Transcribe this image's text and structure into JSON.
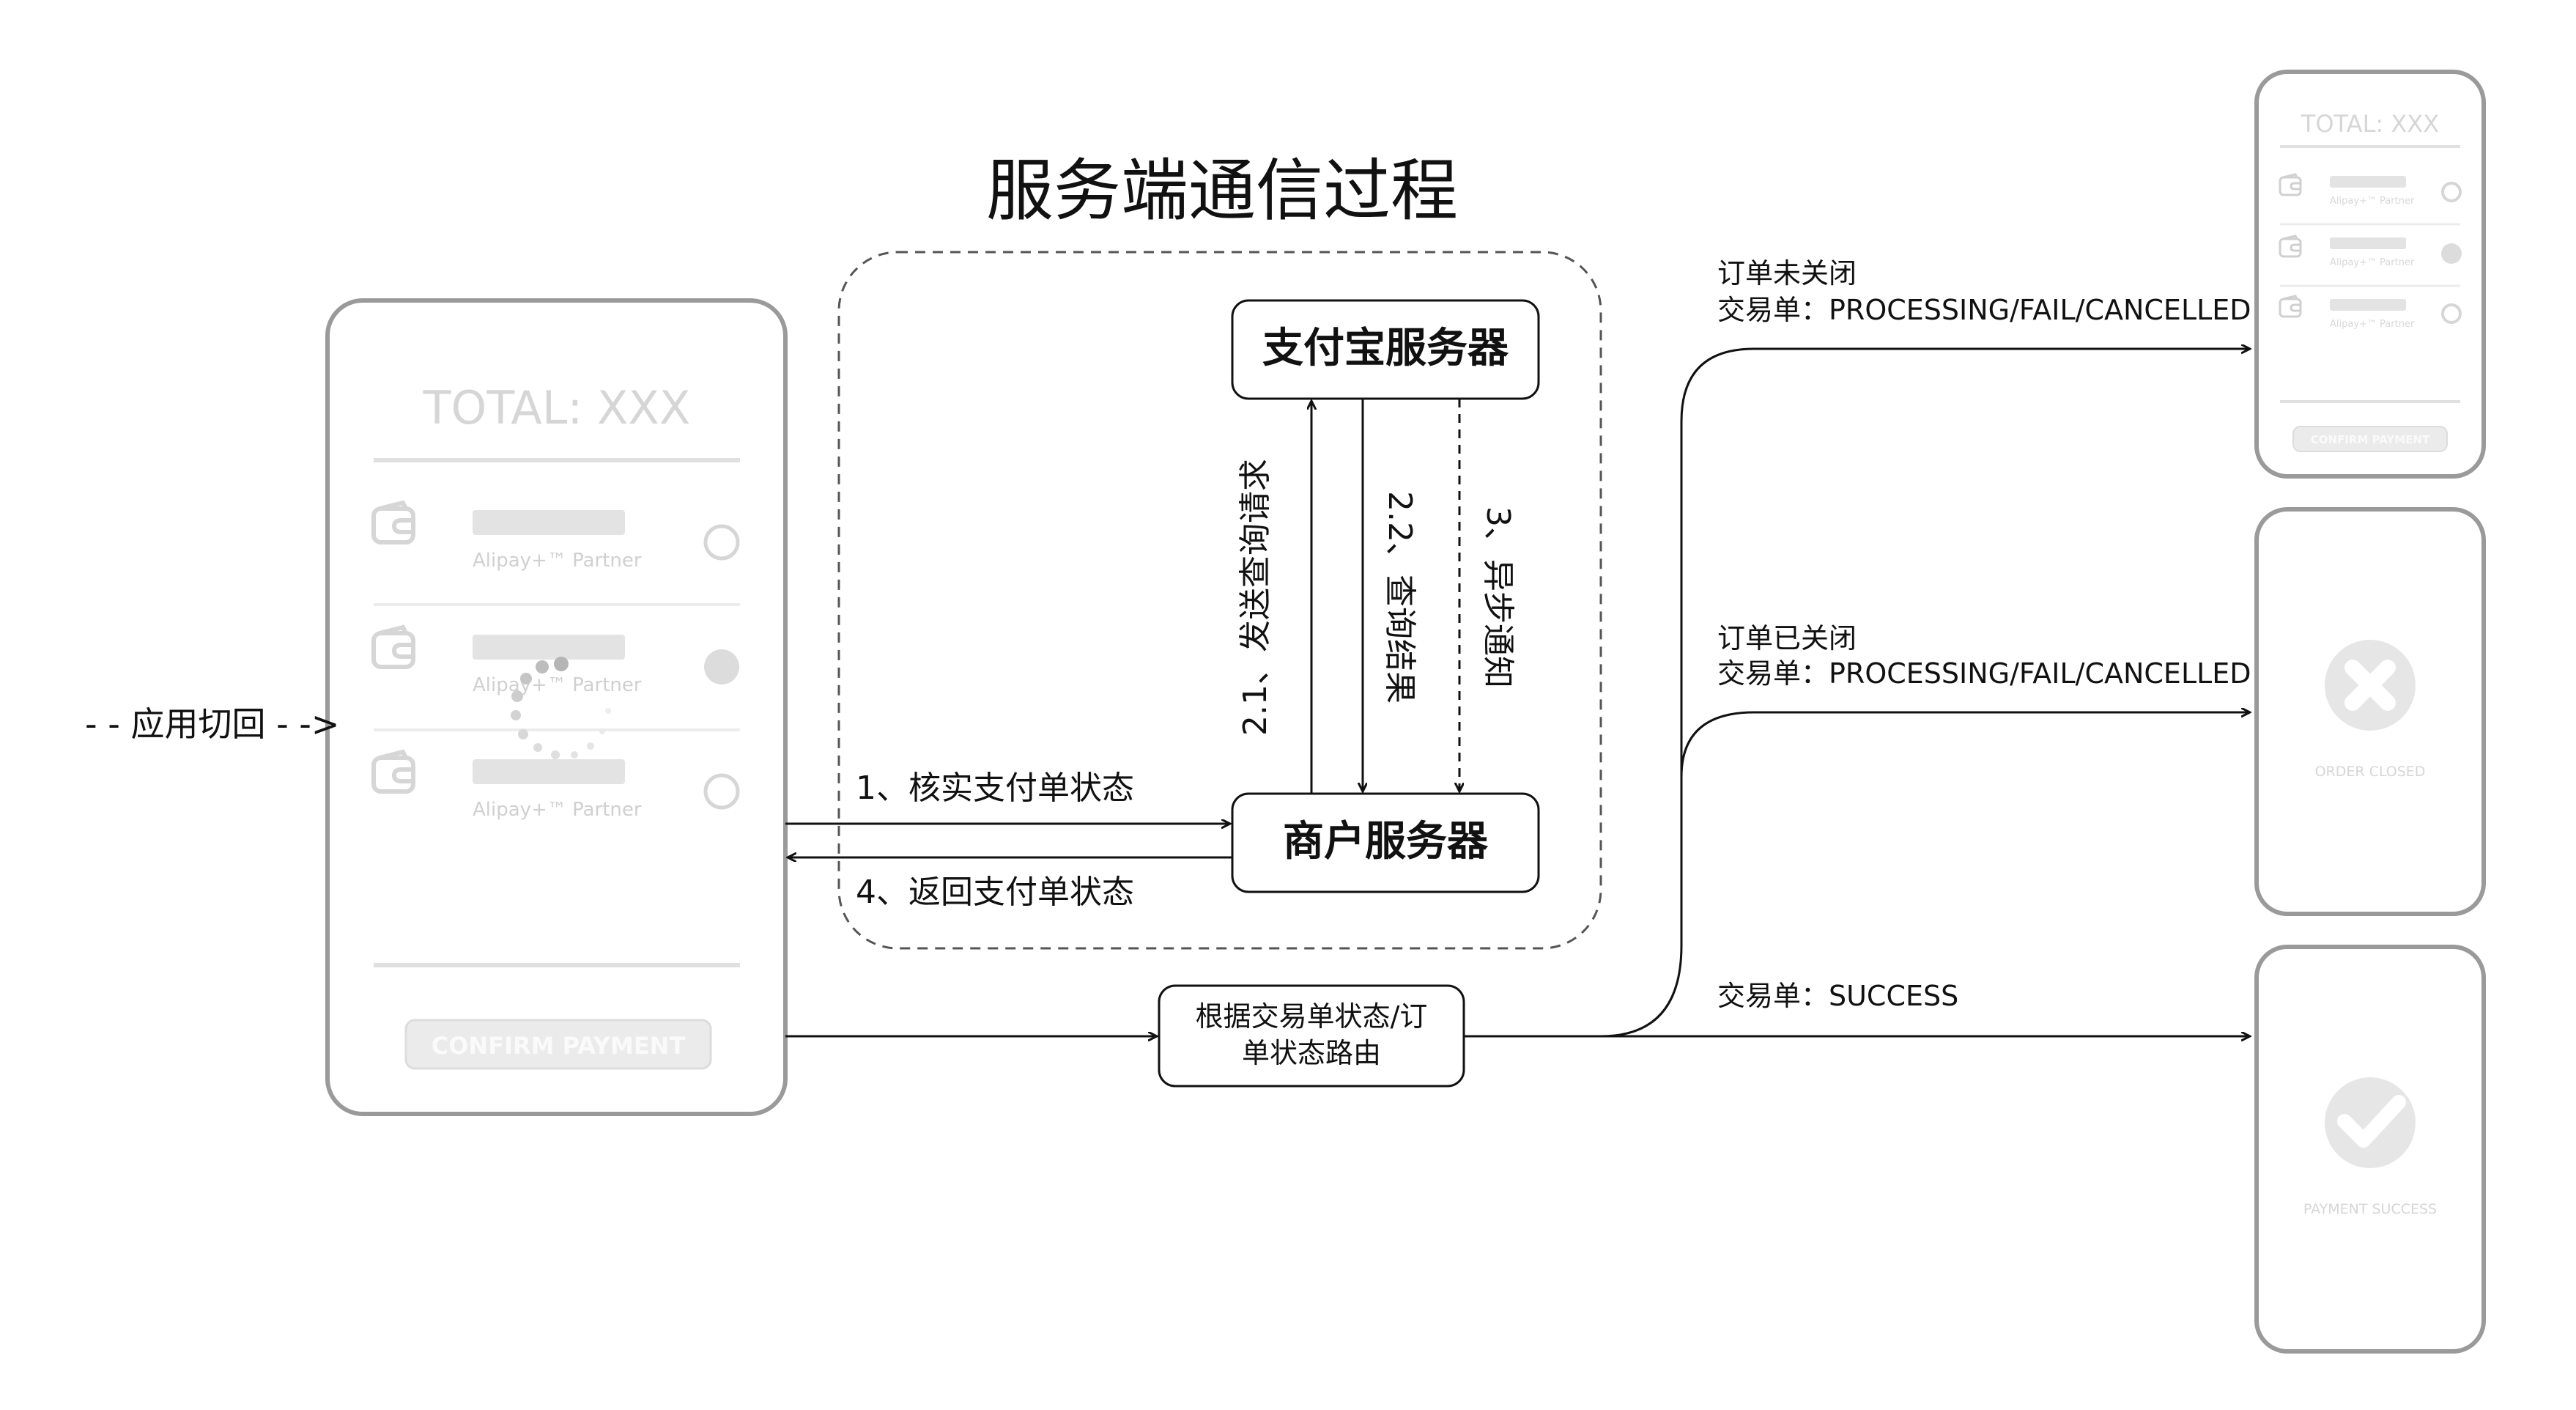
{
  "title": "服务端通信过程",
  "app_switch_label": "- - 应用切回 - ->",
  "colors": {
    "line": "#111111",
    "phone_border": "#9a9a9a",
    "placeholder": "#e3e3e3",
    "faint_text": "#d0d0d0",
    "selected_dot": "#dcdcdc"
  },
  "main_phone": {
    "total": "TOTAL: XXX",
    "items": [
      {
        "icon": "wallet-icon",
        "sub": "Alipay+™ Partner",
        "selected": false
      },
      {
        "icon": "wallet-icon",
        "sub": "Alipay+™ Partner",
        "selected": true
      },
      {
        "icon": "wallet-icon",
        "sub": "Alipay+™ Partner",
        "selected": false
      }
    ],
    "loading_icon": "spinner-icon",
    "confirm": "CONFIRM PAYMENT"
  },
  "servers": {
    "alipay": "支付宝服务器",
    "merchant": "商户服务器"
  },
  "steps": {
    "s1": "1、核实支付单状态",
    "s21": "2.1、发送查询请求",
    "s22": "2.2、查询结果",
    "s3": "3、异步通知",
    "s4": "4、返回支付单状态"
  },
  "router": {
    "line1": "根据交易单状态/订",
    "line2": "单状态路由"
  },
  "routes": [
    {
      "line1": "订单未关闭",
      "line2": "交易单：PROCESSING/FAIL/CANCELLED"
    },
    {
      "line1": "订单已关闭",
      "line2": "交易单：PROCESSING/FAIL/CANCELLED"
    },
    {
      "line1": "",
      "line2": "交易单：SUCCESS"
    }
  ],
  "result_phones": {
    "top": {
      "total": "TOTAL: XXX",
      "items": [
        {
          "sub": "Alipay+™ Partner",
          "selected": false
        },
        {
          "sub": "Alipay+™ Partner",
          "selected": true
        },
        {
          "sub": "Alipay+™ Partner",
          "selected": false
        }
      ],
      "confirm": "CONFIRM PAYMENT"
    },
    "closed": {
      "icon": "close-circle-icon",
      "label": "ORDER CLOSED"
    },
    "success": {
      "icon": "check-circle-icon",
      "label": "PAYMENT SUCCESS"
    }
  }
}
